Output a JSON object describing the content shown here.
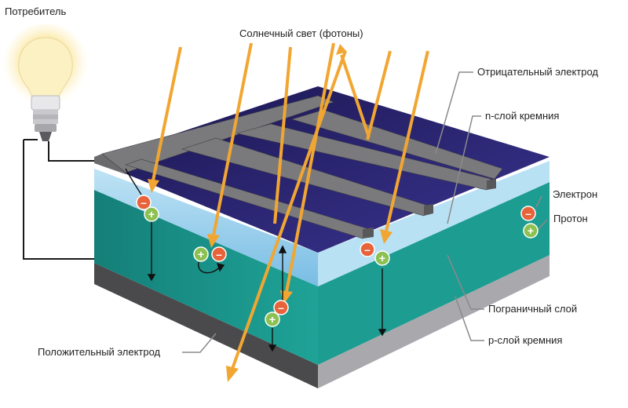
{
  "labels": {
    "consumer": "Потребитель",
    "sunlight": "Солнечный свет (фотоны)",
    "negative_electrode": "Отрицательный электрод",
    "n_layer": "n-слой кремния",
    "electron": "Электрон",
    "proton": "Протон",
    "boundary_layer": "Пограничный слой",
    "p_layer": "p-слой кремния",
    "positive_electrode": "Положительный электрод"
  },
  "symbols": {
    "minus": "–",
    "plus": "+"
  },
  "colors": {
    "arrow": "#f2a632",
    "electron": "#e8633a",
    "proton": "#8cc152",
    "n_layer": "#a9d6ef",
    "p_layer": "#1a8f86",
    "top_surface": "#241f63",
    "electrode": "#555557",
    "base": "#5b5b5b"
  }
}
